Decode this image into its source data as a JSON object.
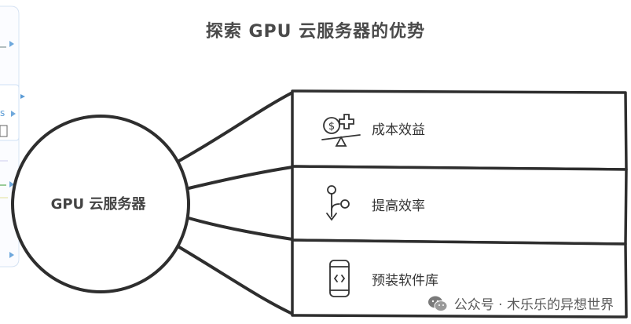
{
  "title": "探索 GPU 云服务器的优势",
  "center": {
    "label": "GPU 云服务器"
  },
  "items": [
    {
      "label": "成本效益",
      "icon": "money-scale-icon"
    },
    {
      "label": "提高效率",
      "icon": "branch-flow-icon"
    },
    {
      "label": "预装软件库",
      "icon": "code-phone-icon"
    }
  ],
  "watermark": {
    "text": "公众号 · 木乐乐的异想世界",
    "icon": "wechat-icon"
  },
  "side_panel": {
    "label": "s"
  },
  "colors": {
    "stroke": "#333333",
    "text": "#3a3a3a",
    "panel_accent": "#5b9bd5"
  }
}
